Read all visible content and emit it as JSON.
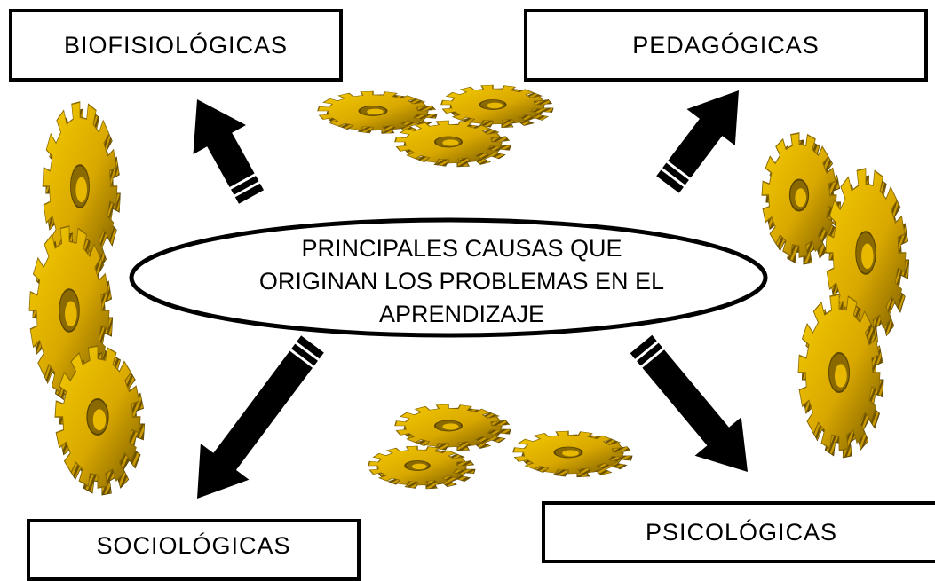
{
  "categories": {
    "top_left": "BIOFISIOLÓGICAS",
    "top_right": "PEDAGÓGICAS",
    "bottom_left": "SOCIOLÓGICAS",
    "bottom_right": "PSICOLÓGICAS"
  },
  "center": {
    "line1": "PRINCIPALES CAUSAS  QUE",
    "line2": "ORIGINAN LOS PROBLEMAS EN EL",
    "line3": "APRENDIZAJE"
  },
  "colors": {
    "gear_face": "#e8b800",
    "gear_side": "#8a6a00",
    "gear_dark": "#5a4500",
    "arrow": "#000000",
    "background": "#ffffff"
  }
}
